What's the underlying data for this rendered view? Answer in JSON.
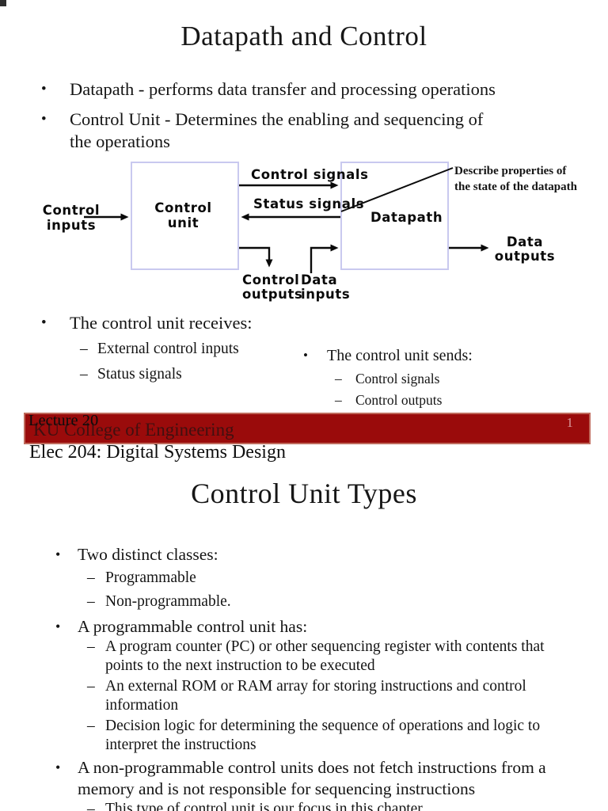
{
  "slide1": {
    "title": "Datapath and Control",
    "bullets": [
      {
        "glyph": "•",
        "text": "Datapath - performs data transfer and processing operations"
      },
      {
        "glyph": "•",
        "text": "Control Unit - Determines the enabling and sequencing of\nthe operations"
      }
    ],
    "diagram": {
      "control_inputs": "Control\ninputs",
      "control_unit": "Control\nunit",
      "control_signals": "Control signals",
      "status_signals": "Status signals",
      "datapath": "Datapath",
      "note": "Describe properties of\nthe state of the datapath",
      "control_outputs": "Control\noutputs",
      "data_inputs": "Data\ninputs",
      "data_outputs": "Data\noutputs",
      "box_border_color": "#c9c9ef"
    },
    "receives": {
      "heading_glyph": "•",
      "heading": "The control unit receives:",
      "items": [
        {
          "glyph": "–",
          "text": "External control inputs"
        },
        {
          "glyph": "–",
          "text": "Status signals"
        }
      ]
    },
    "sends": {
      "heading_glyph": "•",
      "heading": "The control unit sends:",
      "items": [
        {
          "glyph": "–",
          "text": "Control signals"
        },
        {
          "glyph": "–",
          "text": "Control outputs"
        }
      ]
    }
  },
  "footer": {
    "lecture": "Lecture 20",
    "college": "KU College of Engineering",
    "page_number": "1",
    "course": "Elec 204: Digital Systems Design",
    "banner_color": "#9a0b0b"
  },
  "slide2": {
    "title": "Control Unit Types",
    "bullets": [
      {
        "glyph": "•",
        "text": "Two distinct classes:"
      },
      {
        "glyph": "–",
        "text": "Programmable"
      },
      {
        "glyph": "–",
        "text": "Non-programmable."
      },
      {
        "glyph": "•",
        "text": "A programmable control unit has:"
      },
      {
        "glyph": "–",
        "text": "A program counter (PC) or other sequencing register with contents that\npoints to the next instruction to be executed"
      },
      {
        "glyph": "–",
        "text": "An external ROM or RAM array for storing instructions and control\ninformation"
      },
      {
        "glyph": "–",
        "text": "Decision logic for determining the sequence of operations and logic to\ninterpret the instructions"
      },
      {
        "glyph": "•",
        "text": "A non-programmable control units does not fetch instructions from a\nmemory and is not responsible for sequencing instructions"
      },
      {
        "glyph": "–",
        "text": "This type of control unit is our focus in this chapter"
      }
    ]
  }
}
